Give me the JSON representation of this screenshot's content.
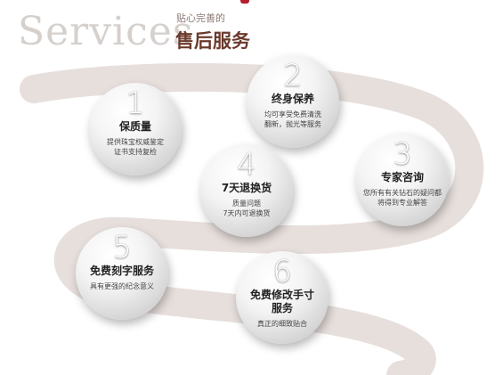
{
  "header": {
    "english_title": "Services",
    "subtitle": "贴心完善的",
    "chinese_title": "售后服务"
  },
  "services": [
    {
      "number": "1",
      "title": "保质量",
      "desc_lines": [
        "提供珠宝权威鉴定",
        "证书支持复检"
      ]
    },
    {
      "number": "2",
      "title": "终身保养",
      "desc_lines": [
        "均可享受免费清洗",
        "翻新，抛光等服务"
      ]
    },
    {
      "number": "3",
      "title": "专家咨询",
      "desc_lines": [
        "您所有有关钻石的疑问都",
        "将得到专业解答"
      ]
    },
    {
      "number": "4",
      "title": "7天退换货",
      "desc_lines": [
        "质量问题",
        "7天内可退换货"
      ]
    },
    {
      "number": "5",
      "title": "免费刻字服务",
      "desc_lines": [
        "具有更强的纪念意义"
      ]
    },
    {
      "number": "6",
      "title_lines": [
        "免费修改手寸",
        "服务"
      ],
      "desc_lines": [
        "真正的细致贴合"
      ]
    }
  ],
  "colors": {
    "ribbon": "#e7dfdc",
    "title_brown": "#6b3a2c",
    "english_gray": "#d6d0cd",
    "accent_red": "#b3202c"
  }
}
